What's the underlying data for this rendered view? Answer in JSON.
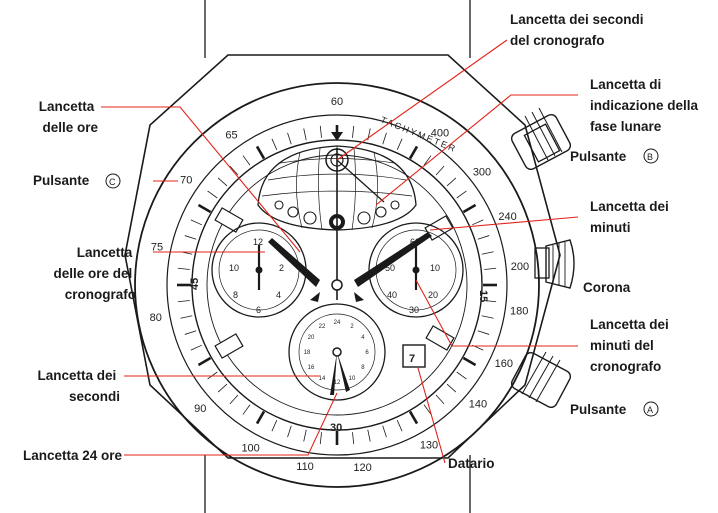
{
  "labels": {
    "chrono_seconds_hand": [
      "Lancetta dei secondi",
      "del cronografo"
    ],
    "moon_phase_hand": [
      "Lancetta di",
      "indicazione della",
      "fase lunare"
    ],
    "pusher_b": "Pulsante",
    "pusher_b_symbol": "B",
    "minute_hand": [
      "Lancetta dei",
      "minuti"
    ],
    "crown": "Corona",
    "chrono_minute_hand": [
      "Lancetta dei",
      "minuti del",
      "cronografo"
    ],
    "pusher_a": "Pulsante",
    "pusher_a_symbol": "A",
    "date": "Datario",
    "hour_hand": [
      "Lancetta",
      "delle ore"
    ],
    "pusher_c": "Pulsante",
    "pusher_c_symbol": "C",
    "chrono_hour_hand": [
      "Lancetta",
      "delle ore del",
      "cronografo"
    ],
    "seconds_hand": [
      "Lancetta dei",
      "secondi"
    ],
    "hand_24h": "Lancetta 24 ore"
  },
  "dial": {
    "tachymeter_word": "TACHYMETER",
    "tachy_numbers": [
      "60",
      "65",
      "70",
      "75",
      "80",
      "90",
      "100",
      "110",
      "120",
      "130",
      "140",
      "160",
      "180",
      "200",
      "240",
      "300",
      "400"
    ],
    "minute_markers": [
      "45",
      "15",
      "30"
    ],
    "left_subdial_numbers": [
      "12",
      "2",
      "4",
      "6",
      "8",
      "10"
    ],
    "right_subdial_numbers": [
      "60",
      "10",
      "20",
      "30",
      "40",
      "50"
    ],
    "bottom_subdial_numbers": [
      "24",
      "2",
      "4",
      "6",
      "8",
      "10",
      "12",
      "14",
      "16",
      "18",
      "20",
      "22"
    ],
    "date_value": "7"
  }
}
